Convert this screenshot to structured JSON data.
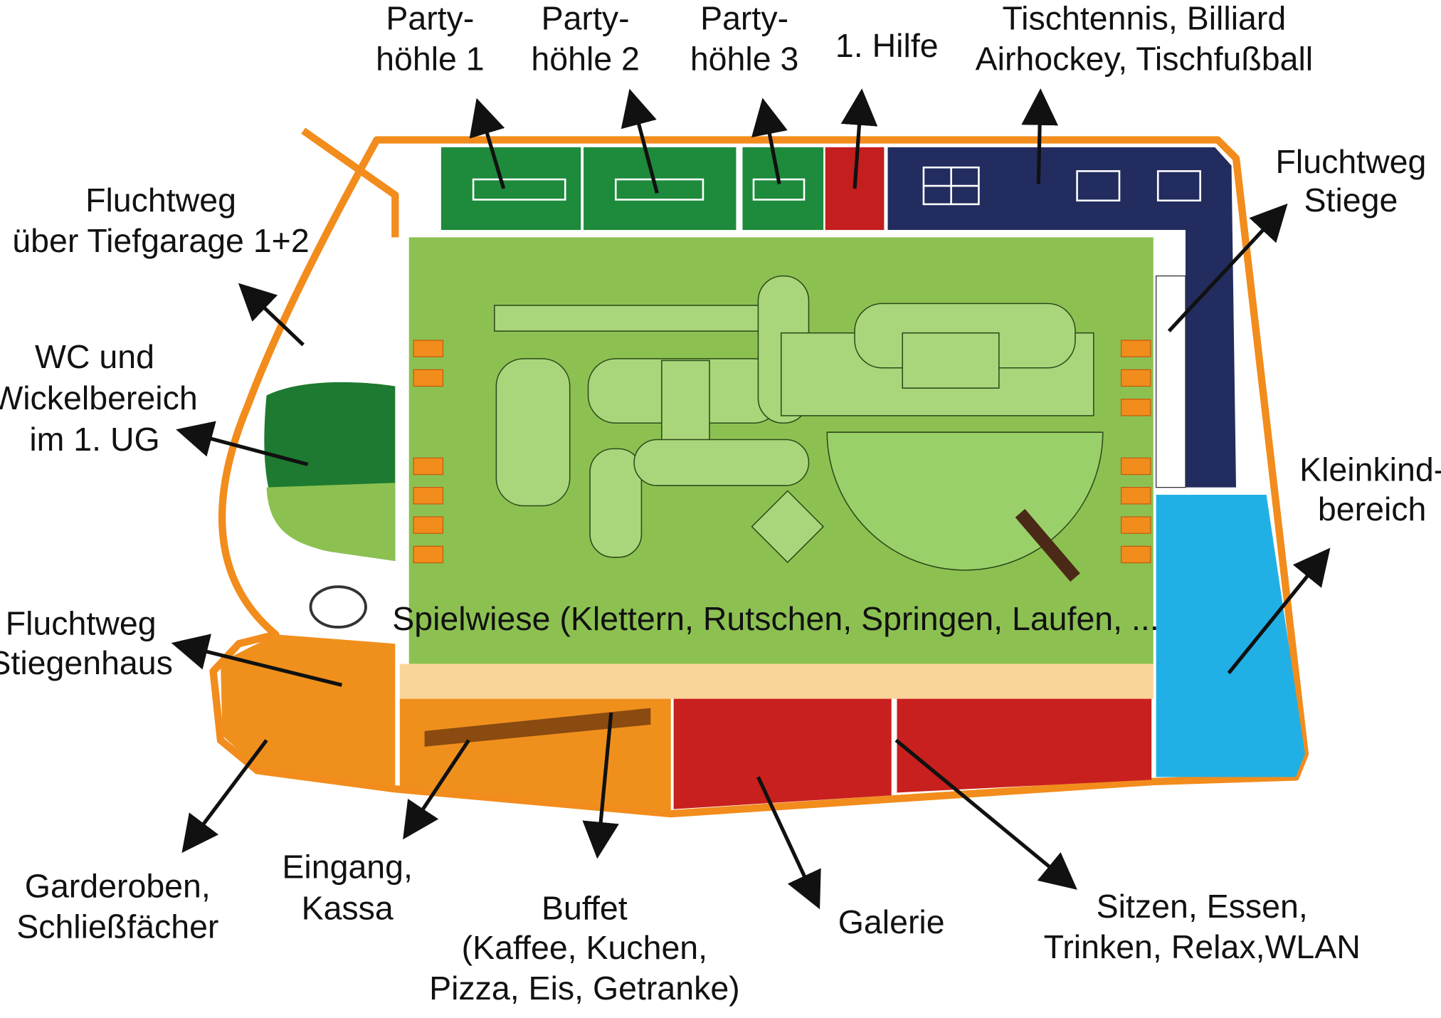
{
  "title": "Floor plan",
  "colors": {
    "wall": "#f28c1c",
    "spielwiese": "#8cc152",
    "partyhoehle": "#1e8a3c",
    "erste_hilfe": "#c41e1e",
    "games": "#232c5e",
    "kleinkind": "#21b0e6",
    "seating": "#c8201e",
    "floor_light": "#fbd49a",
    "buffet": "#f0901c"
  },
  "labels": {
    "party1": [
      "Party-",
      "höhle 1"
    ],
    "party2": [
      "Party-",
      "höhle 2"
    ],
    "party3": [
      "Party-",
      "höhle 3"
    ],
    "hilfe": [
      "1. Hilfe"
    ],
    "games": [
      "Tischtennis, Billiard",
      "Airhockey, Tischfußball"
    ],
    "fluchtweg_stiege": [
      "Fluchtweg",
      "Stiege"
    ],
    "fluchtweg_tiefgarage": [
      "Fluchtweg",
      "über Tiefgarage 1+2"
    ],
    "wc": [
      "WC und",
      "Wickelbereich",
      "im 1. UG"
    ],
    "fluchtweg_stiegenhaus": [
      "Fluchtweg",
      "Stiegenhaus"
    ],
    "kleinkind": [
      "Kleinkind-",
      "bereich"
    ],
    "spielwiese": "Spielwiese (Klettern, Rutschen, Springen, Laufen, ...)",
    "garderoben": [
      "Garderoben,",
      "Schließfächer"
    ],
    "eingang": [
      "Eingang,",
      "Kassa"
    ],
    "buffet": [
      "Buffet",
      "(Kaffee, Kuchen,",
      "Pizza, Eis, Getranke)"
    ],
    "galerie": [
      "Galerie"
    ],
    "sitzen": [
      "Sitzen, Essen,",
      "Trinken, Relax,WLAN"
    ]
  }
}
